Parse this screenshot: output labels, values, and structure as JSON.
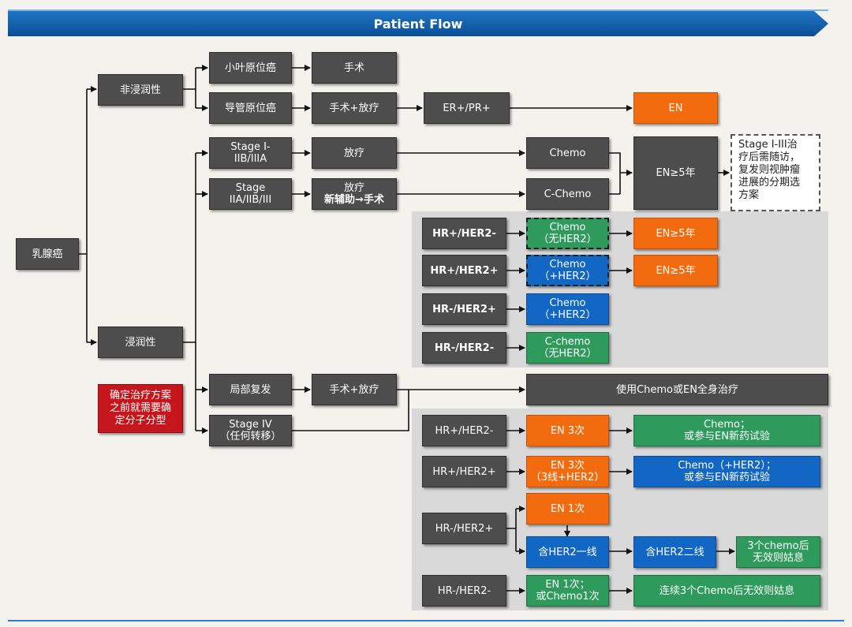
{
  "title": "Patient Flow",
  "nodes": {
    "root": "乳腺癌",
    "noninvasive": "非浸润性",
    "invasive": "浸润性",
    "lobular_cis": "小叶原位癌",
    "ductal_cis": "导管原位癌",
    "surgery": "手术",
    "surgery_rt": "手术+放疗",
    "er_pr": "ER+/PR+",
    "en": "EN",
    "stage_i": "Stage I-\nIIB/IIIA",
    "stage_ii": "Stage\nIIA/IIB/III",
    "radiotherapy": "放疗",
    "rt_neo_line1": "放疗",
    "rt_neo_line2": "新辅助→手术",
    "chemo": "Chemo",
    "c_chemo": "C-Chemo",
    "en5": "EN≥5年",
    "followup_note": "Stage I-III治\n疗后需随访，\n复发则视肿瘤\n进展的分期选\n方案",
    "hr_pos_her2_neg": "HR+/HER2-",
    "hr_pos_her2_pos": "HR+/HER2+",
    "hr_neg_her2_pos": "HR-/HER2+",
    "hr_neg_her2_neg": "HR-/HER2-",
    "chemo_no_her2": "Chemo\n（无HER2）",
    "chemo_plus_her2_a": "Chemo\n（+HER2）",
    "chemo_plus_her2_b": "Chemo\n（+HER2）",
    "cchemo_no_her2": "C-chemo\n（无HER2）",
    "en5_a": "EN≥5年",
    "en5_b": "EN≥5年",
    "local_recurrence": "局部复发",
    "surgery_rt_2": "手术+放疗",
    "systemic": "使用Chemo或EN全身治疗",
    "stage_iv": "Stage IV\n（任何转移）",
    "molecular_note": "确定治疗方案\n之前就需要确\n定分子分型",
    "m_hr_pos_her2_neg": "HR+/HER2-",
    "m_hr_pos_her2_pos": "HR+/HER2+",
    "m_hr_neg_her2_pos": "HR-/HER2+",
    "m_hr_neg_her2_neg": "HR-/HER2-",
    "en3": "EN 3次",
    "en3_her2": "EN 3次\n（3线+HER2）",
    "chemo_or_trial": "Chemo；\n或参与EN新药试验",
    "chemo_her2_or_trial": "Chemo（+HER2）；\n或参与EN新药试验",
    "en1": "EN 1次",
    "her2_first": "含HER2一线",
    "her2_second": "含HER2二线",
    "three_chemo_fail": "3个chemo后\n无效则姑息",
    "en1_or_chemo1": "EN 1次；\n或Chemo1次",
    "three_chemo_palliative": "连续3个Chemo后无效则姑息"
  },
  "colors": {
    "gray": "#4d4d4d",
    "orange": "#f26b0f",
    "green": "#2e9a5b",
    "blue": "#1266c4",
    "red": "#c4161c",
    "title_blue": "#0b4f96",
    "panel": "#d9d9d9"
  }
}
